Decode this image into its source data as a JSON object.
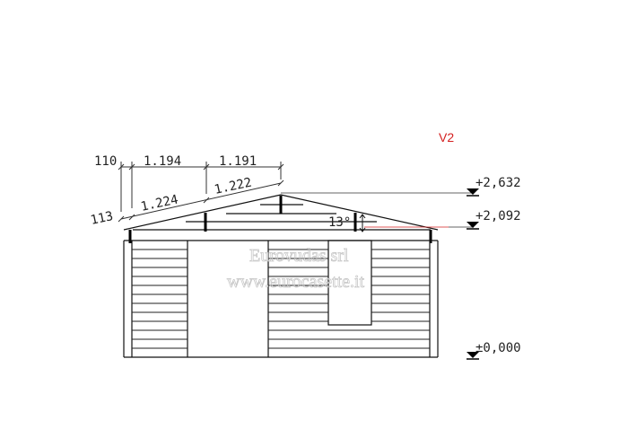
{
  "variant_label": "V2",
  "dimensions": {
    "top": [
      "110",
      "1.194",
      "1.191"
    ],
    "slope": [
      "113",
      "1.224",
      "1.222"
    ]
  },
  "levels": [
    "+2,632",
    "+2,092",
    "±0,000"
  ],
  "angle_label": "13°",
  "watermark": {
    "line1": "Eurovudas srl",
    "line2": "www.eurocasette.it"
  },
  "colors": {
    "line": "#111111",
    "accent": "#d42020",
    "watermark": "#c8c8c8"
  }
}
